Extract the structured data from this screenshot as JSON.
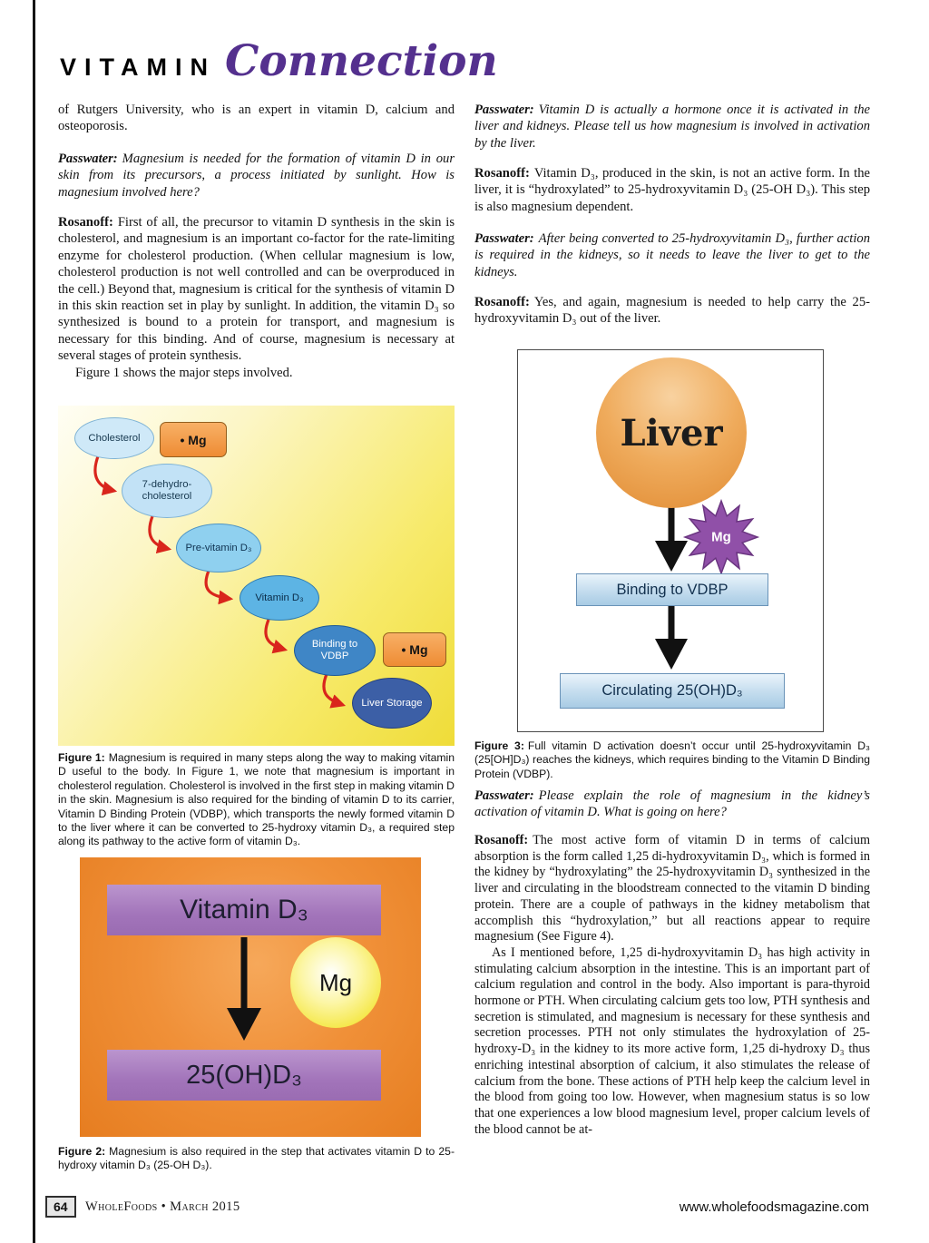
{
  "header": {
    "brand": "VITAMIN",
    "script_title": "Connection"
  },
  "colors": {
    "title_purple": "#54308e",
    "figure1_yellow": "#f2e44c",
    "mg_orange": "#f29c4e",
    "figure2_orange": "#ec8428",
    "node_purple": "#a87cc2",
    "mg_yellow": "#f5e94a",
    "liver_orange": "#eda558",
    "starburst_purple": "#9050a8",
    "vdbp_blue": "#bcd8ec",
    "arrow_red": "#d9251c"
  },
  "left": {
    "intro": "of Rutgers University, who is an expert in vitamin D, calcium and osteoporosis.",
    "q1": {
      "speaker": "Passwater:",
      "text": "Magnesium is needed for the formation of vitamin D in our skin from its precursors, a process initiated by sunlight. How is magnesium involved here?"
    },
    "a1": {
      "speaker": "Rosanoff:",
      "text": "First of all, the precursor to vitamin D synthesis in the skin is cholesterol, and magnesium is an important co-factor for the rate-limiting enzyme for cholesterol production. (When cellular magnesium is low, cholesterol production is not well controlled and can be overproduced in the cell.) Beyond that, magnesium is critical for the synthesis of vitamin D in this skin reaction set in play by sunlight. In addition, the vitamin D₃ so synthesized is bound to a protein for transport, and magnesium is necessary for this binding. And of course, magnesium is necessary at several stages of protein synthesis.",
      "note": "Figure 1 shows the major steps involved."
    },
    "figure1": {
      "nodes": {
        "n1": "Cholesterol",
        "n2": "7-dehydro-cholesterol",
        "n3": "Pre-vitamin D₃",
        "n4": "Vitamin D₃",
        "n5": "Binding to VDBP",
        "n6": "Liver Storage"
      },
      "mg1": "• Mg",
      "mg2": "• Mg",
      "caption_label": "Figure 1:",
      "caption": "Magnesium is required in many steps along the way to making vitamin D useful to the body. In Figure 1, we note that magnesium is important in cholesterol regulation. Cholesterol is involved in the first step in making vitamin D in the skin. Magnesium is also required for the binding of vitamin D to its carrier, Vitamin D Binding Protein (VDBP), which transports the newly formed vitamin D to the liver where it can be converted to 25-hydroxy vitamin D₃, a required step along its pathway to the active form of vitamin D₃."
    },
    "figure2": {
      "top_box": "Vitamin D₃",
      "mg": "Mg",
      "bottom_box": "25(OH)D₃",
      "caption_label": "Figure 2:",
      "caption": "Magnesium is also required in the step that activates vitamin D to 25-hydroxy vitamin D₃ (25-OH D₃)."
    }
  },
  "right": {
    "q1": {
      "speaker": "Passwater:",
      "text": "Vitamin D is actually a hormone once it is activated in the liver and kidneys. Please tell us how magnesium is involved in activation by the liver."
    },
    "a1": {
      "speaker": "Rosanoff:",
      "text": "Vitamin D₃, produced in the skin, is not an active form. In the liver, it is “hydroxylated” to 25-hydroxyvitamin D₃ (25-OH D₃). This step is also magnesium dependent."
    },
    "q2": {
      "speaker": "Passwater:",
      "text": "After being converted to 25-hydroxyvitamin D₃, further action is required in the kidneys, so it needs to leave the liver to get to the kidneys."
    },
    "a2": {
      "speaker": "Rosanoff:",
      "text": "Yes, and again, magnesium is needed to help carry the 25-hydroxyvitamin D₃ out of the liver."
    },
    "figure3": {
      "liver": "Liver",
      "mg": "Mg",
      "box1": "Binding to VDBP",
      "box2": "Circulating 25(OH)D₃",
      "caption_label": "Figure 3:",
      "caption": "Full vitamin D activation doesn’t occur until 25-hydroxyvitamin D₃ (25[OH]D₃) reaches the kidneys, which requires binding to the Vitamin D Binding Protein (VDBP)."
    },
    "q3": {
      "speaker": "Passwater:",
      "text": "Please explain the role of magnesium in the kidney’s activation of vitamin D. What is going on here?"
    },
    "a3": {
      "speaker": "Rosanoff:",
      "text": "The most active form of vitamin D in terms of calcium absorption is the form called 1,25 di-hydroxyvitamin D₃, which is formed in the kidney by “hydroxylating” the 25-hydroxyvitamin D₃ synthesized in the liver and circulating in the bloodstream connected to the vitamin D binding protein. There are a couple of pathways in the kidney metabolism that accomplish this “hydroxylation,” but all reactions appear to require magnesium (See Figure 4).",
      "text2": "As I mentioned before, 1,25 di-hydroxyvitamin D₃ has high activity in stimulating calcium absorption in the intestine. This is an important part of calcium regulation and control in the body. Also important is para-thyroid hormone or PTH. When circulating calcium gets too low, PTH synthesis and secretion is stimulated, and magnesium is necessary for these synthesis and secretion processes. PTH not only stimulates the hydroxylation of 25-hydroxy-D₃ in the kidney to its more active form, 1,25 di-hydroxy D₃ thus enriching intestinal absorption of calcium, it also stimulates the release of calcium from the bone. These actions of PTH help keep the calcium level in the blood from going too low. However, when magnesium status is so low that one experiences a low blood magnesium level, proper calcium levels of the blood cannot be at-"
    }
  },
  "footer": {
    "page_number": "64",
    "magazine": "WholeFoods • March 2015",
    "website": "www.wholefoodsmagazine.com"
  }
}
